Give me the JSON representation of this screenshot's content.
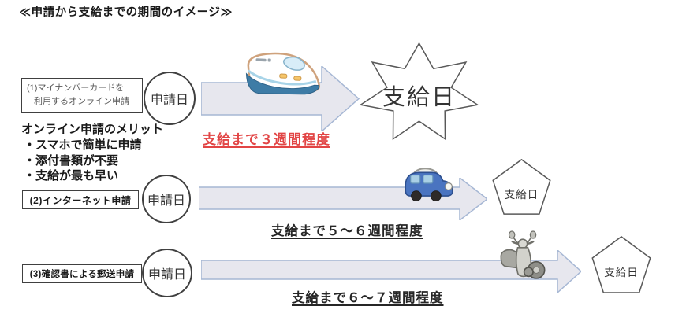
{
  "title": "≪申請から支給までの期間のイメージ≫",
  "colors": {
    "highlight_red": "#e24545",
    "arrow_fill": "#e7e7ee",
    "arrow_stroke": "#a6b7d4",
    "outline_dark": "#404040"
  },
  "merits": {
    "heading": "オンライン申請のメリット",
    "items": [
      "・スマホで簡単に申請",
      "・添付書類が不要",
      "・支給が最も早い"
    ]
  },
  "rows": [
    {
      "label_line1": "(1)マイナンバーカードを",
      "label_line2": "利用するオンライン申請",
      "start_label": "申請日",
      "duration_label": "支給まで３週間程度",
      "end_label": "支給日",
      "vehicle_icon": "shinkansen-train-icon",
      "end_shape": "star"
    },
    {
      "label": "(2)インターネット申請",
      "start_label": "申請日",
      "duration_label": "支給まで５～６週間程度",
      "end_label": "支給日",
      "vehicle_icon": "car-icon",
      "end_shape": "pentagon"
    },
    {
      "label": "(3)確認書による郵送申請",
      "start_label": "申請日",
      "duration_label": "支給まで６～７週間程度",
      "end_label": "支給日",
      "vehicle_icon": "scooter-icon",
      "end_shape": "pentagon"
    }
  ]
}
